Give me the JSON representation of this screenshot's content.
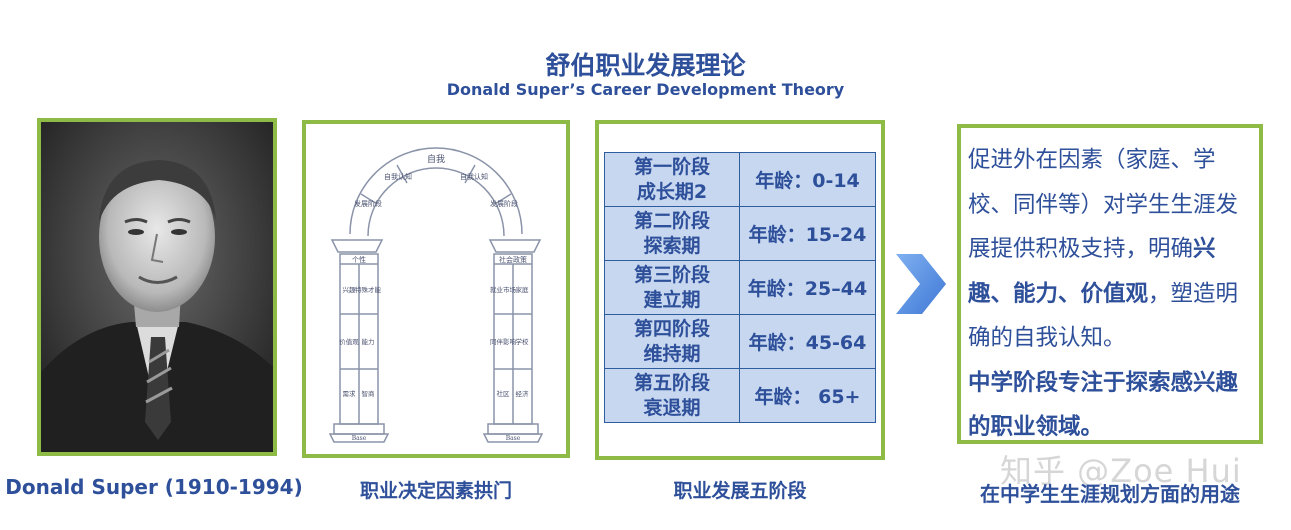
{
  "title": {
    "cn": "舒伯职业发展理论",
    "en": "Donald Super’s Career Development Theory"
  },
  "captions": {
    "photo": "Donald Super (1910-1994)",
    "arch": "职业决定因素拱门",
    "stages": "职业发展五阶段",
    "usage": "在中学生生涯规划方面的用途"
  },
  "arch": {
    "top": "自我",
    "upper_left": "自我认知",
    "upper_right": "自我认知",
    "left_mid": "发展阶段",
    "right_mid": "发展阶段",
    "left_capital": "个性",
    "right_capital": "社会政策",
    "left_outer": [
      "兴趣",
      "价值观",
      "需求"
    ],
    "left_inner": [
      "特殊才能",
      "能力",
      "智商"
    ],
    "right_outer": [
      "就业市场",
      "同伴影响",
      "社区"
    ],
    "right_inner": [
      "家庭",
      "学校",
      "经济"
    ],
    "left_base": "Base",
    "right_base": "Base"
  },
  "stages": [
    {
      "name_line1": "第一阶段",
      "name_line2": "成长期2",
      "age": "年龄：0-14"
    },
    {
      "name_line1": "第二阶段",
      "name_line2": "探索期",
      "age": "年龄：15-24"
    },
    {
      "name_line1": "第三阶段",
      "name_line2": "建立期",
      "age": "年龄：25–44"
    },
    {
      "name_line1": "第四阶段",
      "name_line2": "维持期",
      "age": "年龄：45-64"
    },
    {
      "name_line1": "第五阶段",
      "name_line2": "衰退期",
      "age": "年龄： 65+"
    }
  ],
  "usage_text": {
    "p1_a": "促进外在因素（家庭、学校、同伴等）对学生生涯发展提供积极支持，明确",
    "p1_bold": "兴趣、能力、价值观",
    "p1_b": "，塑造明确的自我认知。",
    "p2_bold": "中学阶段专注于探索感兴趣的职业领域。"
  },
  "watermark": "知乎 @Zoe Hui",
  "colors": {
    "frame_green": "#8dbb45",
    "title_blue": "#2e4f9a",
    "table_fill": "#c6d7ef",
    "arrow_blue": "#5b8fde"
  }
}
